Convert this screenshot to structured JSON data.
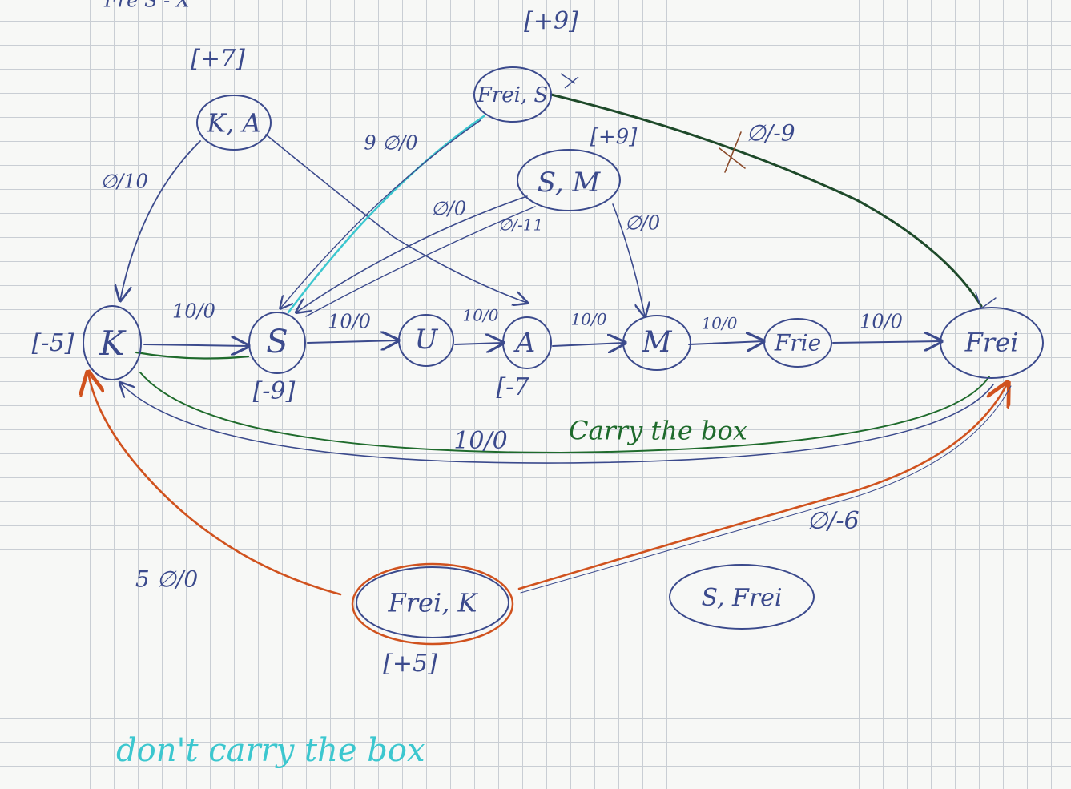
{
  "nodes": {
    "K": "K",
    "S": "S",
    "U": "U",
    "A": "A",
    "M": "M",
    "Frie": "Frie",
    "Frei": "Frei",
    "KA": "K, A",
    "FreiS": "Frei, S",
    "SM": "S, M",
    "FreiK": "Frei, K",
    "SFrei": "S, Frei"
  },
  "rewards": {
    "K": "[-5]",
    "S": "[-9]",
    "A": "[-7",
    "KA": "[+7]",
    "FreiS": "[+9]",
    "SM": "[+9]",
    "FreiK": "[+5]"
  },
  "edge_labels": {
    "K_S": "10/0",
    "S_U": "10/0",
    "U_A": "10/0",
    "A_M": "10/0",
    "M_Frie": "10/0",
    "Frie_Frei": "10/0",
    "Frei_K": "10/0",
    "KA_K": "∅/10",
    "FreiS_S": "9 ∅/0",
    "SM_S_1": "∅/0",
    "SM_S_2": "∅/-11",
    "SM_M": "∅/0",
    "FreiS_Frei": "∅/-9",
    "FreiK_K": "5 ∅/0",
    "FreiK_Frei": "∅/-6"
  },
  "annotations": {
    "carry": "Carry the box",
    "dont_carry": "don't carry the box",
    "top_fragment": "Fre S - X"
  },
  "colors": {
    "ink_blue": "#3b4a8c",
    "ink_green": "#1f6b2c",
    "ink_dark_green": "#1e4a2a",
    "ink_orange": "#d0521e",
    "ink_cyan": "#3cc7cf",
    "ink_brown": "#8a4a2a",
    "grid": "#c9ced4"
  }
}
